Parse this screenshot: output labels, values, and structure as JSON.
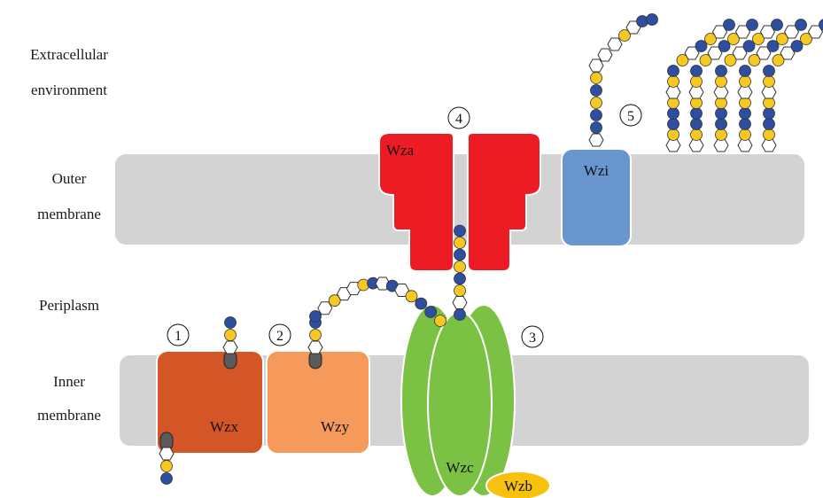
{
  "regions": {
    "extracellular_line1": "Extracellular",
    "extracellular_line2": "environment",
    "outer_line1": "Outer",
    "outer_line2": "membrane",
    "periplasm": "Periplasm",
    "inner_line1": "Inner",
    "inner_line2": "membrane"
  },
  "proteins": {
    "wza": "Wza",
    "wzi": "Wzi",
    "wzx": "Wzx",
    "wzy": "Wzy",
    "wzc": "Wzc",
    "wzb": "Wzb"
  },
  "steps": [
    "1",
    "2",
    "3",
    "4",
    "5"
  ],
  "colors": {
    "membrane": "#d3d3d3",
    "wza": "#ed1c24",
    "wzi": "#6a96cf",
    "wzx": "#d45627",
    "wzy": "#f59a5a",
    "wzc": "#7bc143",
    "wzb": "#f6c20d",
    "sugar_blue": "#2e4ea0",
    "sugar_yellow": "#f7c821",
    "sugar_hex": "#ffffff",
    "lipid": "#5a5a5a"
  }
}
